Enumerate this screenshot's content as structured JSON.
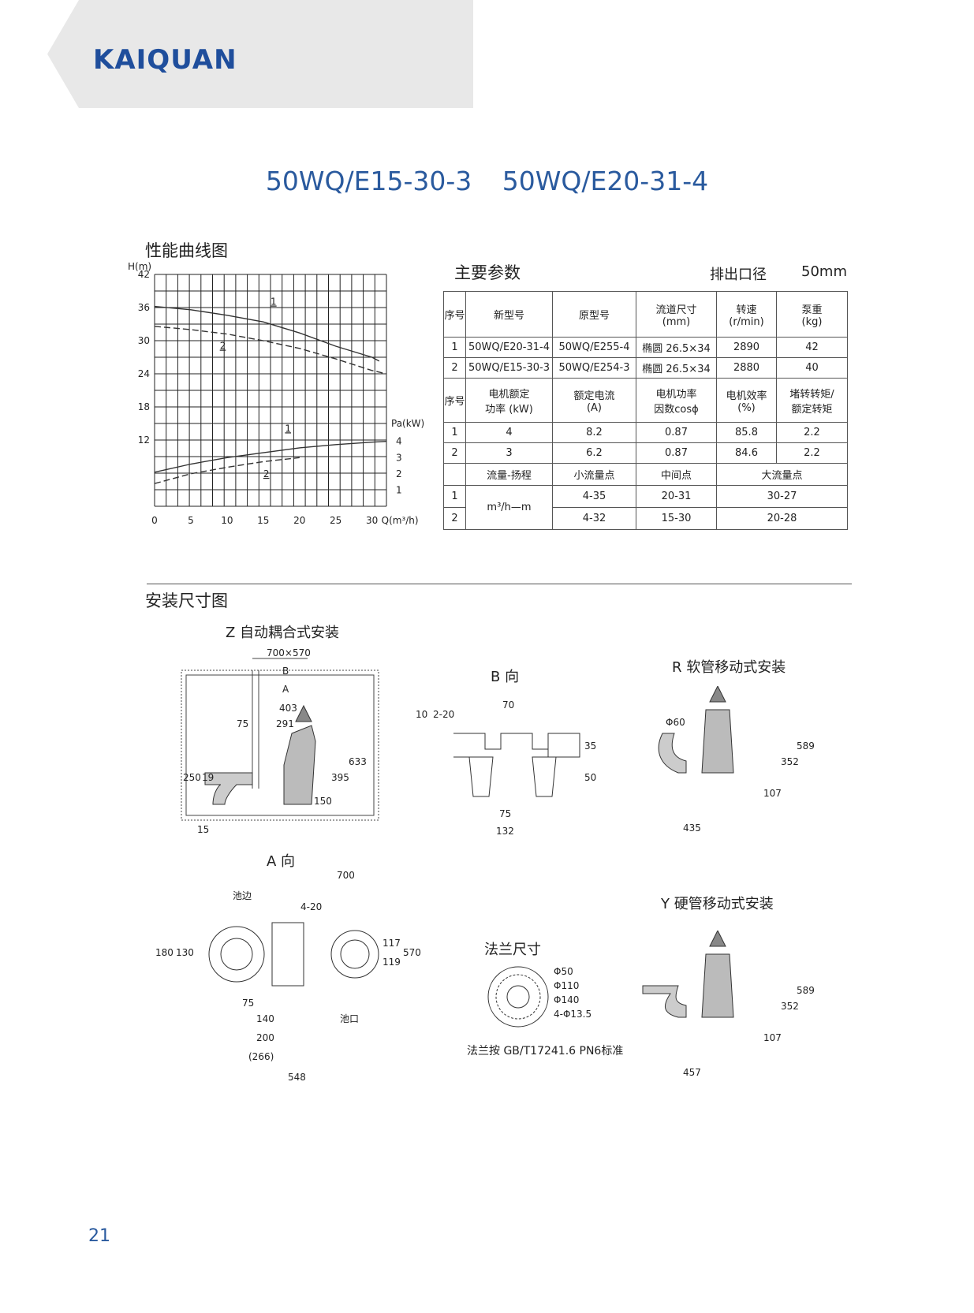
{
  "brand": {
    "logo_text": "KAIQUAN",
    "brand_color": "#1f4e9c"
  },
  "title": {
    "model_a": "50WQ/E15-30-3",
    "model_b": "50WQ/E20-31-4"
  },
  "performance": {
    "section_title": "性能曲线图",
    "chart_data": {
      "type": "line",
      "ylabel": "H(m)",
      "y2label": "Pa(kW)",
      "xlabel": "Q(m³/h)",
      "xticks": [
        "0",
        "5",
        "10",
        "15",
        "20",
        "25",
        "30"
      ],
      "yticks": [
        "42",
        "36",
        "30",
        "24",
        "18",
        "12"
      ],
      "y2ticks": [
        "4",
        "3",
        "2",
        "1"
      ],
      "xlim": [
        0,
        32
      ],
      "ylim": [
        0,
        42
      ],
      "y2lim": [
        0,
        6
      ],
      "series": [
        {
          "name": "1",
          "kind": "head",
          "x": [
            0,
            5,
            10,
            15,
            20,
            25,
            30,
            31
          ],
          "y": [
            36.2,
            35.6,
            34.6,
            33.4,
            31.4,
            29,
            27,
            26.3
          ]
        },
        {
          "name": "2",
          "kind": "head",
          "x": [
            0,
            5,
            10,
            15,
            20,
            25,
            30,
            32
          ],
          "y": [
            32.6,
            32,
            31.2,
            30,
            28.6,
            26.7,
            24.6,
            24
          ]
        },
        {
          "name": "1",
          "kind": "power",
          "x": [
            0,
            5,
            10,
            15,
            20,
            25,
            30,
            32
          ],
          "y": [
            2.1,
            2.6,
            3.0,
            3.3,
            3.6,
            3.8,
            3.95,
            4.0
          ]
        },
        {
          "name": "2",
          "kind": "power",
          "x": [
            0,
            5,
            10,
            15,
            20
          ],
          "y": [
            1.4,
            2.0,
            2.4,
            2.75,
            3.0
          ]
        }
      ]
    }
  },
  "params": {
    "section_title": "主要参数",
    "outlet_label": "排出口径",
    "outlet_value": "50mm",
    "header1": [
      "序号",
      "新型号",
      "原型号",
      "流道尺寸\n(mm)",
      "转速\n(r/min)",
      "泵重\n(kg)"
    ],
    "rows1": [
      [
        "1",
        "50WQ/E20-31-4",
        "50WQ/E255-4",
        "椭圆 26.5×34",
        "2890",
        "42"
      ],
      [
        "2",
        "50WQ/E15-30-3",
        "50WQ/E254-3",
        "椭圆 26.5×34",
        "2880",
        "40"
      ]
    ],
    "header2": [
      "序号",
      "电机额定\n功率 (kW)",
      "额定电流\n(A)",
      "电机功率\n因数cosϕ",
      "电机效率\n(%)",
      "堵转转矩/\n额定转矩"
    ],
    "rows2": [
      [
        "1",
        "4",
        "8.2",
        "0.87",
        "85.8",
        "2.2"
      ],
      [
        "2",
        "3",
        "6.2",
        "0.87",
        "84.6",
        "2.2"
      ]
    ],
    "header3": [
      "流量-扬程",
      "小流量点",
      "中间点",
      "大流量点"
    ],
    "unit3": "m³/h—m",
    "rows3": [
      [
        "1",
        "4-35",
        "20-31",
        "30-27"
      ],
      [
        "2",
        "4-32",
        "15-30",
        "20-28"
      ]
    ]
  },
  "install": {
    "section_title": "安装尺寸图",
    "z_title": "Z  自动耦合式安装",
    "b_title": "B 向",
    "r_title": "R 软管移动式安装",
    "a_title": "A 向",
    "y_title": "Y 硬管移动式安装",
    "flange_title": "法兰尺寸",
    "flange_note": "法兰按 GB/T17241.6 PN6标准",
    "z_dims": [
      "700×570",
      "B",
      "A",
      "403",
      "75",
      "291",
      "250",
      "19",
      "150",
      "395",
      "633",
      "15"
    ],
    "b_dims": [
      "10",
      "2-20",
      "70",
      "35",
      "50",
      "75",
      "132"
    ],
    "r_dims": [
      "Φ60",
      "352",
      "589",
      "107",
      "435"
    ],
    "a_dims": [
      "700",
      "池边",
      "4-20",
      "180",
      "130",
      "117",
      "119",
      "570",
      "75",
      "140",
      "200",
      "(266)",
      "548",
      "池口"
    ],
    "flange_dims": [
      "Φ50",
      "Φ110",
      "Φ140",
      "4-Φ13.5"
    ],
    "y_dims": [
      "352",
      "589",
      "107",
      "457"
    ]
  },
  "page_number": "21"
}
